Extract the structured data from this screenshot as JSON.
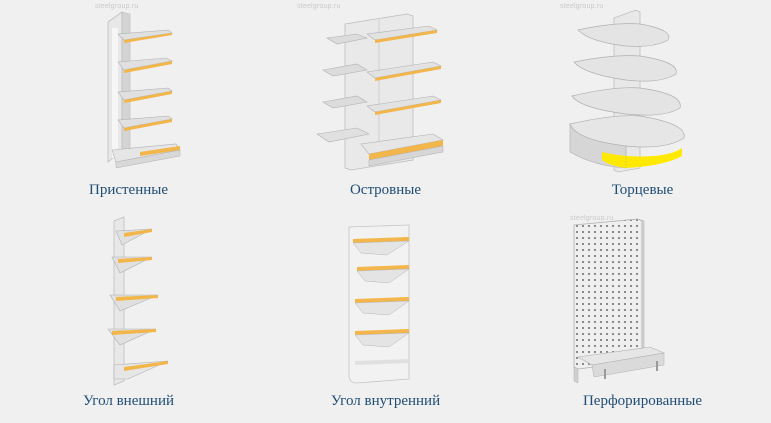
{
  "items": [
    {
      "label": "Пристенные",
      "watermark": "steelgroup.ru",
      "icon": "wall-shelving-icon"
    },
    {
      "label": "Островные",
      "watermark": "steelgroup.ru",
      "icon": "island-shelving-icon"
    },
    {
      "label": "Торцевые",
      "watermark": "steelgroup.ru",
      "icon": "end-shelving-icon"
    },
    {
      "label": "Угол внешний",
      "watermark": "",
      "icon": "outer-corner-shelving-icon"
    },
    {
      "label": "Угол внутренний",
      "watermark": "",
      "icon": "inner-corner-shelving-icon"
    },
    {
      "label": "Перфорированные",
      "watermark": "steelgroup.ru",
      "icon": "perforated-shelving-icon"
    }
  ],
  "colors": {
    "background": "#f0f0f0",
    "caption": "#1f4d74",
    "shelf_edge": "#f2b64a",
    "end_highlight": "#ffe900"
  }
}
